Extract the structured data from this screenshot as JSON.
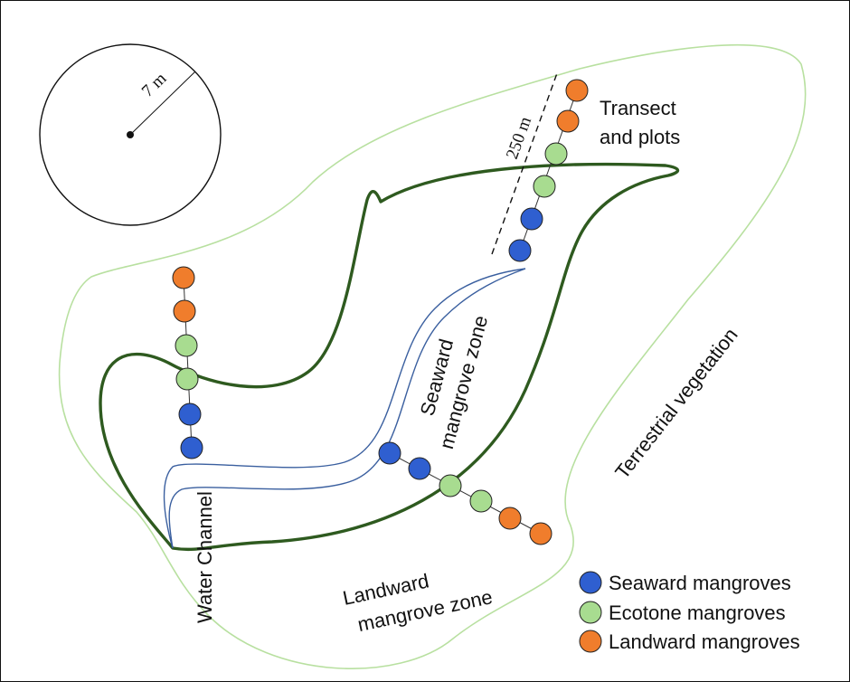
{
  "scale": {
    "radius_label": "7 m",
    "transect_length_label": "250 m"
  },
  "labels": {
    "transect": [
      "Transect",
      "and plots"
    ],
    "seaward_zone": [
      "Seaward",
      "mangrove zone"
    ],
    "landward_zone": [
      "Landward",
      "mangrove zone"
    ],
    "terrestrial": "Terrestrial vegetation",
    "water_channel": "Water Channel"
  },
  "legend": [
    {
      "label": "Seaward mangroves",
      "color": "#2f5fd0"
    },
    {
      "label": "Ecotone mangroves",
      "color": "#a8dc90"
    },
    {
      "label": "Landward mangroves",
      "color": "#f07d2c"
    }
  ],
  "colors": {
    "seaward": "#2f5fd0",
    "ecotone": "#a8dc90",
    "landward": "#f07d2c",
    "zone_boundary": "#2e5a1f",
    "outer_boundary": "#b8e0a0",
    "channel": "#3a5f9f"
  },
  "transects": [
    {
      "name": "left",
      "plots": [
        "landward",
        "landward",
        "ecotone",
        "ecotone",
        "seaward",
        "seaward"
      ]
    },
    {
      "name": "top",
      "plots": [
        "landward",
        "landward",
        "ecotone",
        "ecotone",
        "seaward",
        "seaward"
      ]
    },
    {
      "name": "middle",
      "plots": [
        "seaward",
        "seaward",
        "ecotone",
        "ecotone",
        "landward",
        "landward"
      ]
    }
  ]
}
